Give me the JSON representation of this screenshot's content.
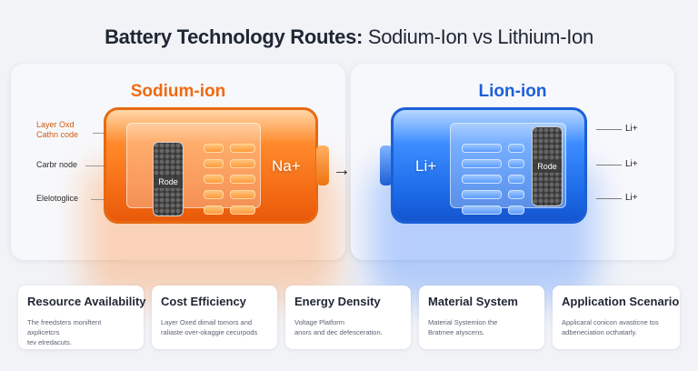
{
  "title": {
    "bold": "Battery Technology Routes:",
    "rest": "Sodium-Ion vs Lithium-Ion"
  },
  "left_panel": {
    "title": "Sodium-ion",
    "ion_label": "Na+",
    "rod_label": "Rode",
    "labels": {
      "cathode_line1": "Layer Oxd",
      "cathode_line2": "Cathn code",
      "carbon": "Carbr node",
      "electrolyte": "Elelotoglice"
    }
  },
  "right_panel": {
    "title": "Lion-ion",
    "ion_label": "Li+",
    "rod_label": "Rode",
    "li_labels": [
      "Li+",
      "Li+",
      "Li+"
    ]
  },
  "arrow": "→",
  "cards": [
    {
      "title": "Resource Availability",
      "lines": [
        "The freedsters moniftent axplicetcrs",
        "tev elredacuts."
      ]
    },
    {
      "title": "Cost Efficiency",
      "lines": [
        "Layer Oxed dimail tomors and",
        "raliaste over-okaggie cecurpods"
      ]
    },
    {
      "title": "Energy Density",
      "lines": [
        "Voltage Platform",
        "anors and dec defesceration."
      ]
    },
    {
      "title": "Material System",
      "lines": [
        "Material Systemion the",
        "Bratmee atyscens."
      ]
    },
    {
      "title": "Application Scenario",
      "lines": [
        "Applicaral conicon avasticne tos",
        "adbeneciation octhatarly."
      ]
    }
  ],
  "colors": {
    "sodium_accent": "#f06a12",
    "lithium_accent": "#1c5fd8",
    "background": "#f1f3f7"
  }
}
